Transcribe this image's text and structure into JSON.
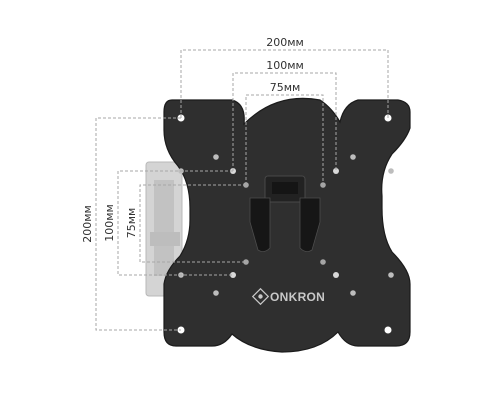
{
  "dimensions": {
    "horizontal": [
      "200мм",
      "100мм",
      "75мм"
    ],
    "vertical": [
      "200мм",
      "100мм",
      "75мм"
    ]
  },
  "brand": {
    "logo_text": "ONKRON"
  },
  "colors": {
    "plate": "#2f2f2f",
    "arm": "#cfcfcf",
    "dim_lines": "#a7a7a7",
    "hole": "#ffffff"
  }
}
